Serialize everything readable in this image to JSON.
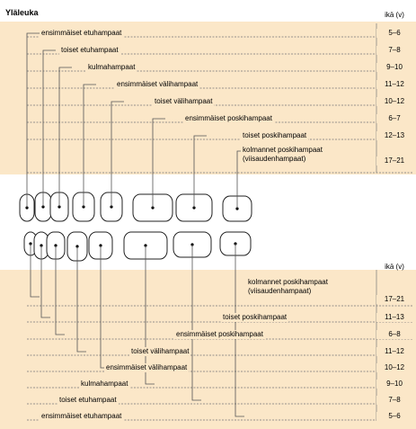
{
  "upper": {
    "title": "Yläleuka",
    "age_header": "ikä (v)",
    "rows": [
      {
        "label": "ensimmäiset etuhampaat",
        "age": "5–6"
      },
      {
        "label": "toiset etuhampaat",
        "age": "7–8"
      },
      {
        "label": "kulmahampaat",
        "age": "9–10"
      },
      {
        "label": "ensimmäiset välihampaat",
        "age": "11–12"
      },
      {
        "label": "toiset välihampaat",
        "age": "10–12"
      },
      {
        "label": "ensimmäiset poskihampaat",
        "age": "6–7"
      },
      {
        "label": "toiset poskihampaat",
        "age": "12–13"
      },
      {
        "label": "kolmannet poskihampaat (viisaudenhampaat)",
        "age": "17–21"
      }
    ]
  },
  "lower": {
    "age_header": "ikä (v)",
    "rows": [
      {
        "label": "kolmannet poskihampaat (viisaudenhampaat)",
        "age": "17–21"
      },
      {
        "label": "toiset poskihampaat",
        "age": "11–13"
      },
      {
        "label": "ensimmäiset poskihampaat",
        "age": "6–8"
      },
      {
        "label": "toiset välihampaat",
        "age": "11–12"
      },
      {
        "label": "ensimmäiset välihampaat",
        "age": "10–12"
      },
      {
        "label": "kulmahampaat",
        "age": "9–10"
      },
      {
        "label": "toiset etuhampaat",
        "age": "7–8"
      },
      {
        "label": "ensimmäiset etuhampaat",
        "age": "5–6"
      }
    ]
  }
}
